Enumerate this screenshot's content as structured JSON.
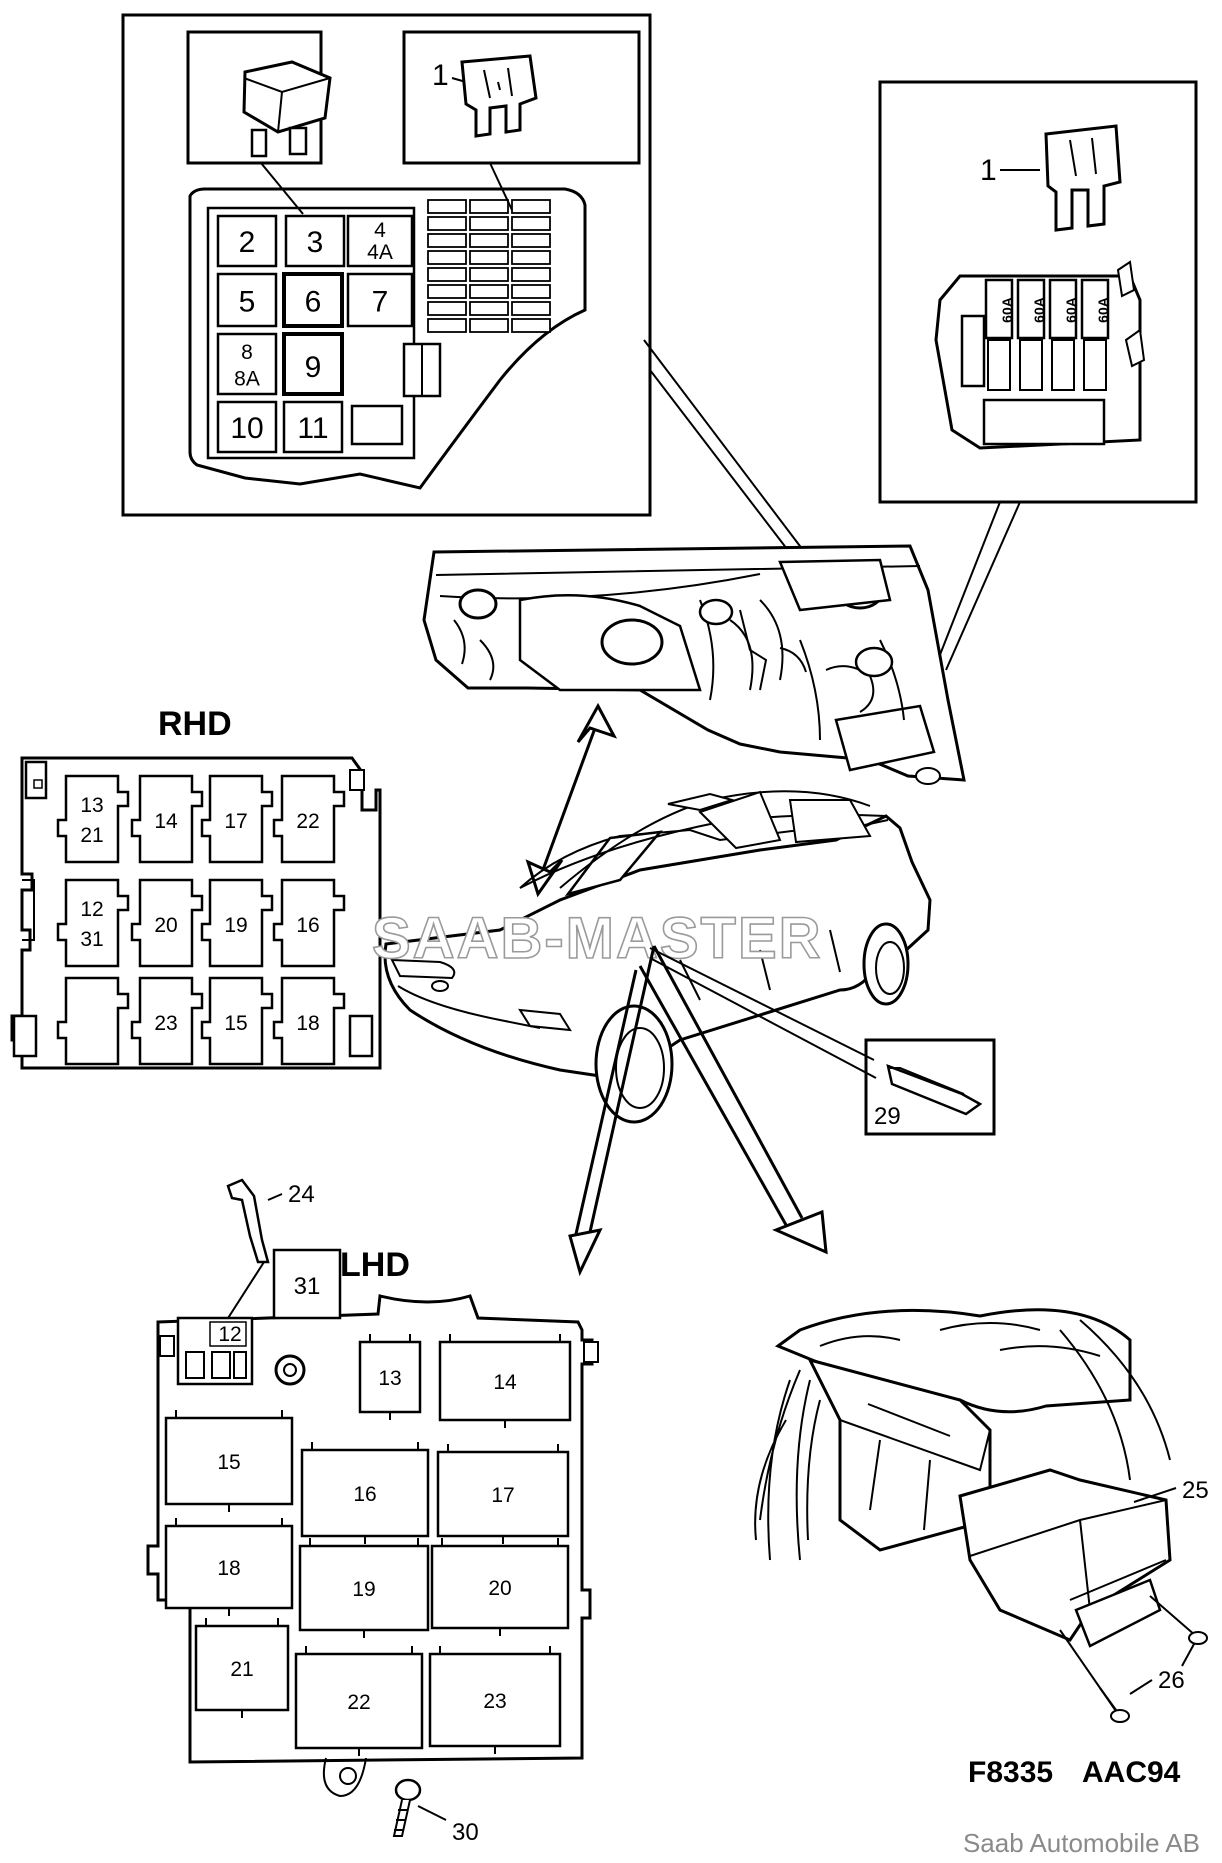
{
  "labels": {
    "rhd": "RHD",
    "lhd": "LHD",
    "fuse_label_top": "1",
    "fuse_label_right": "1",
    "fuse_60a": "60A",
    "item_24": "24",
    "item_25": "25",
    "item_26": "26",
    "item_29": "29",
    "item_30": "30",
    "item_31": "31",
    "item_12": "12",
    "watermark": "SAAB-MASTER",
    "figure_code": "F8335",
    "model_code": "AAC94",
    "copyright": "Saab Automobile AB"
  },
  "engine_box_cells": [
    {
      "top": "2",
      "bottom": ""
    },
    {
      "top": "3",
      "bottom": ""
    },
    {
      "top": "4",
      "bottom": "4A"
    },
    {
      "top": "5",
      "bottom": ""
    },
    {
      "top": "6",
      "bottom": ""
    },
    {
      "top": "7",
      "bottom": ""
    },
    {
      "top": "8",
      "bottom": "8A"
    },
    {
      "top": "9",
      "bottom": ""
    },
    {
      "top": "10",
      "bottom": ""
    },
    {
      "top": "11",
      "bottom": ""
    }
  ],
  "rhd_box_cells": [
    {
      "top": "13",
      "bottom": "21"
    },
    {
      "top": "14",
      "bottom": ""
    },
    {
      "top": "17",
      "bottom": ""
    },
    {
      "top": "22",
      "bottom": ""
    },
    {
      "top": "12",
      "bottom": "31"
    },
    {
      "top": "20",
      "bottom": ""
    },
    {
      "top": "19",
      "bottom": ""
    },
    {
      "top": "16",
      "bottom": ""
    },
    {
      "top": "",
      "bottom": ""
    },
    {
      "top": "23",
      "bottom": ""
    },
    {
      "top": "15",
      "bottom": ""
    },
    {
      "top": "18",
      "bottom": ""
    }
  ],
  "lhd_box_cells": [
    "13",
    "14",
    "15",
    "16",
    "17",
    "18",
    "19",
    "20",
    "21",
    "22",
    "23"
  ]
}
